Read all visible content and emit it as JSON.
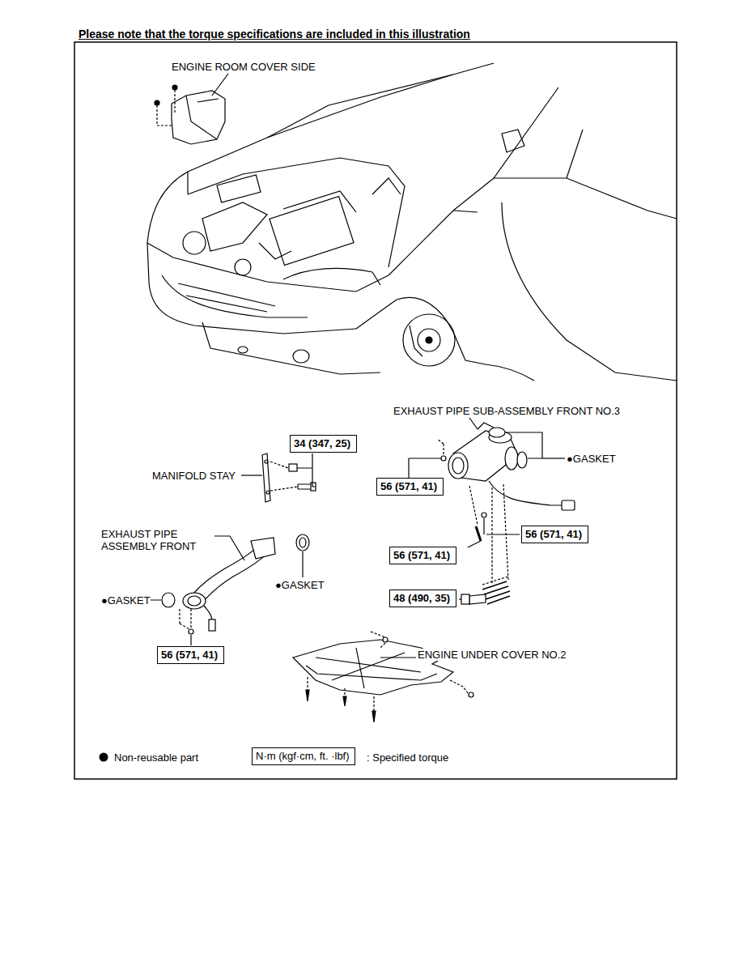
{
  "diagram": {
    "title": "Please note that the torque specifications are included in this illustration",
    "nodes": [
      {
        "text": [
          "34 (347, 25)"
        ]
      },
      {
        "text": [
          "56 (571, 41)"
        ]
      },
      {
        "text": [
          "56 (571, 41)"
        ]
      },
      {
        "text": [
          "56 (571, 41)"
        ]
      },
      {
        "text": [
          "48 (490, 35)"
        ]
      },
      {
        "text": [
          "56 (571, 41)"
        ]
      },
      {
        "text": [
          "N·m (kgf·cm, ft. ·lbf)"
        ]
      }
    ],
    "labels": [
      "ENGINE ROOM COVER SIDE",
      "EXHAUST PIPE SUB-ASSEMBLY FRONT NO.3",
      "●GASKET",
      "MANIFOLD STAY",
      "EXHAUST PIPE ASSEMBLY FRONT",
      "●GASKET",
      "●GASKET",
      "ENGINE UNDER COVER NO.2"
    ],
    "legend": [
      {
        "text": "Non-reusable part"
      },
      {
        "text": ": Specified torque"
      }
    ]
  }
}
